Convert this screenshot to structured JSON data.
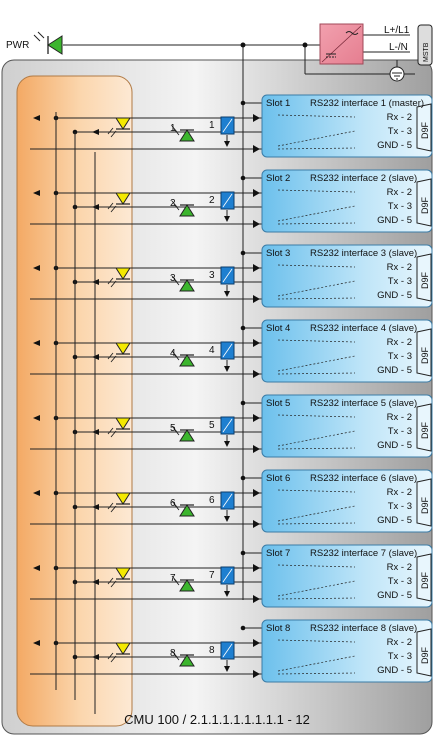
{
  "power": {
    "pwr_label": "PWR",
    "line_label": "L+/L1",
    "neutral_label": "L-/N",
    "connector_label": "MSTB"
  },
  "slots": [
    {
      "slot": "Slot 1",
      "title": "RS232 interface 1 (master)",
      "num": "1"
    },
    {
      "slot": "Slot 2",
      "title": "RS232 interface 2 (slave)",
      "num": "2"
    },
    {
      "slot": "Slot 3",
      "title": "RS232 interface 3 (slave)",
      "num": "3"
    },
    {
      "slot": "Slot 4",
      "title": "RS232 interface 4 (slave)",
      "num": "4"
    },
    {
      "slot": "Slot 5",
      "title": "RS232 interface 5 (slave)",
      "num": "5"
    },
    {
      "slot": "Slot 6",
      "title": "RS232 interface 6 (slave)",
      "num": "6"
    },
    {
      "slot": "Slot 7",
      "title": "RS232 interface 7 (slave)",
      "num": "7"
    },
    {
      "slot": "Slot 8",
      "title": "RS232 interface 8 (slave)",
      "num": "8"
    }
  ],
  "pins": {
    "rx": "Rx - 2",
    "tx": "Tx - 3",
    "gnd": "GND - 5"
  },
  "connector": "D9F",
  "footer": "CMU 100 / 2.1.1.1.1.1.1.1.1 - 12",
  "colors": {
    "panel": "#cfcfcf",
    "bus": "#f5b676",
    "slot_box": "#7dc6ee",
    "led_yellow": "#f5e900",
    "led_green": "#3cb52e",
    "relay": "#1e7fd0",
    "psu": "#e88a9a"
  }
}
